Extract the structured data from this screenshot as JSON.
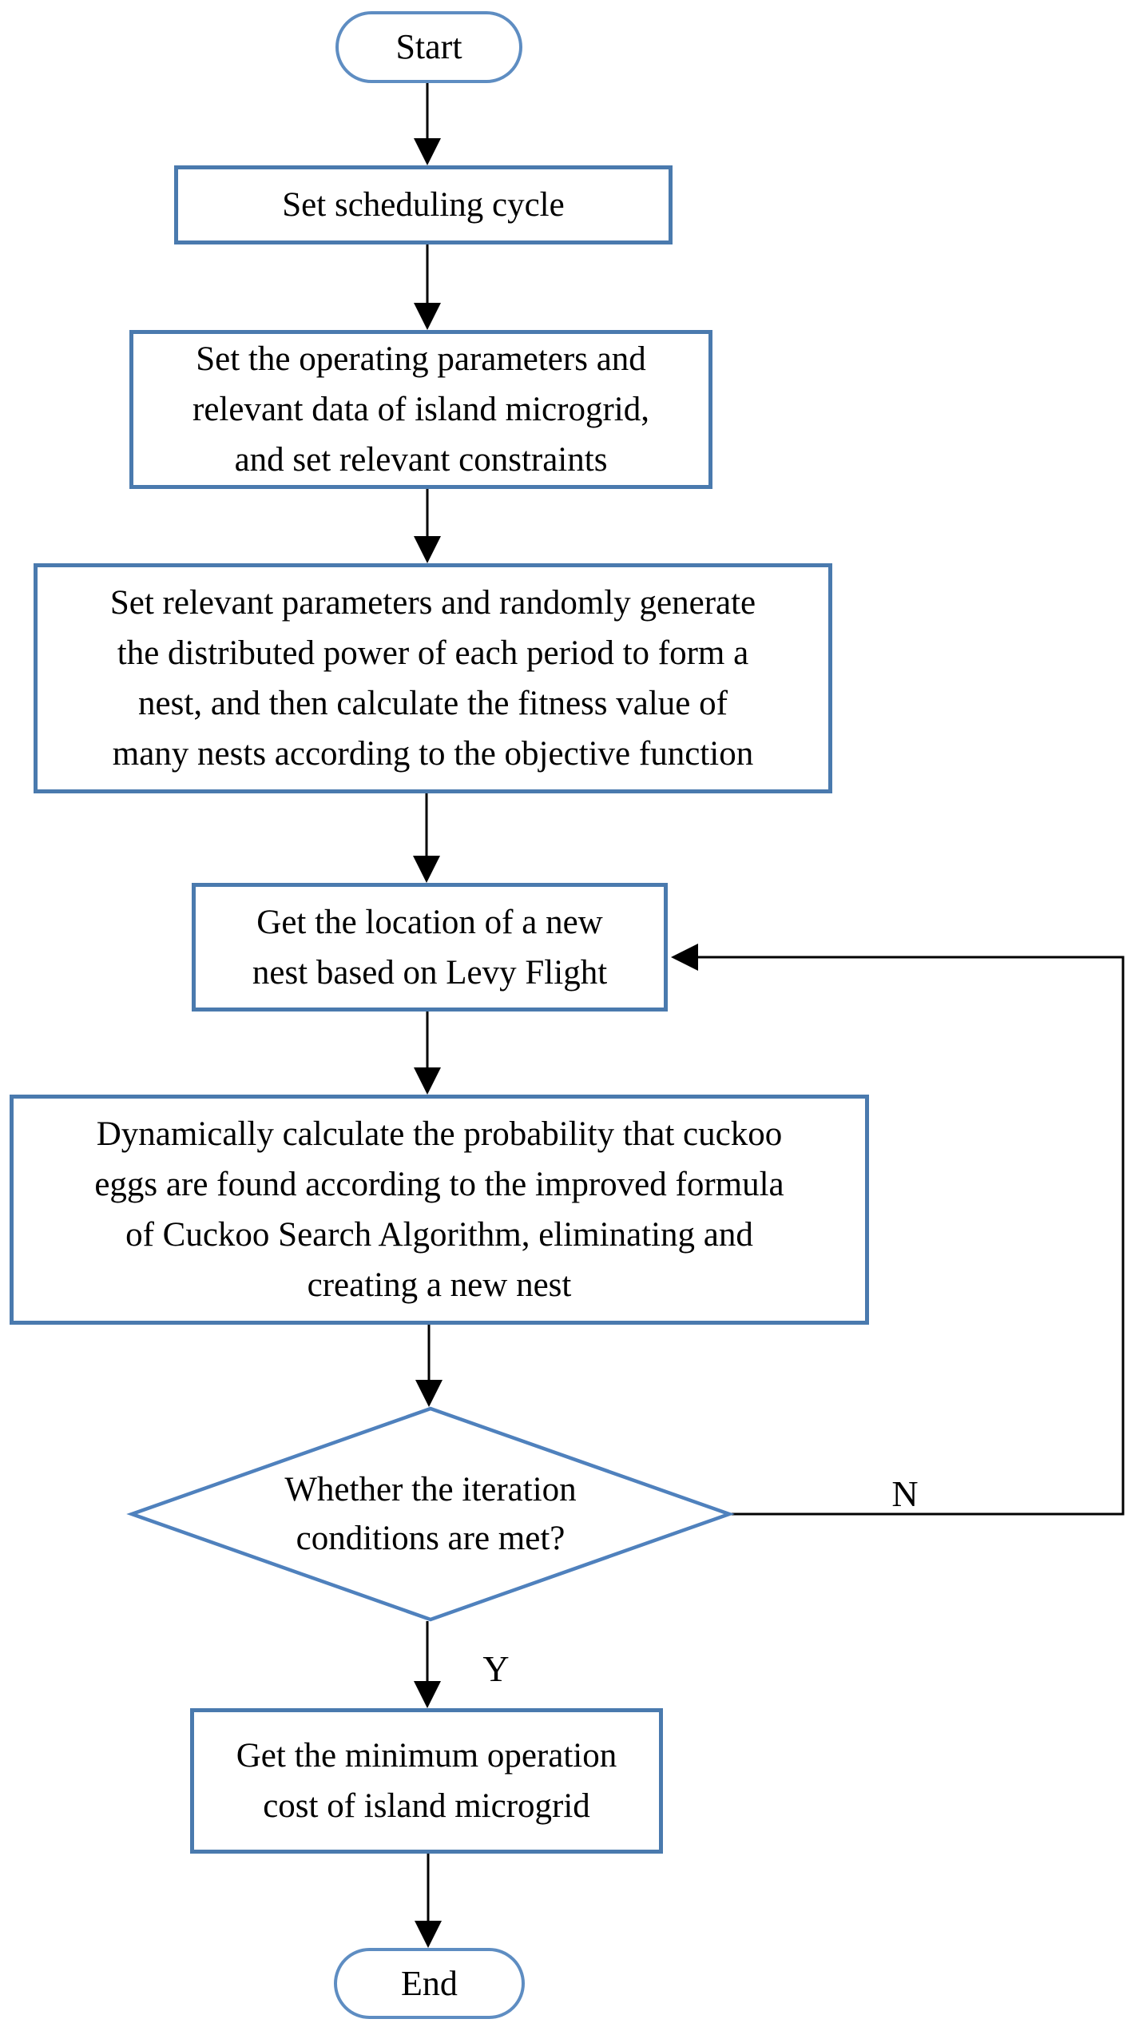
{
  "flowchart": {
    "nodes": {
      "start": {
        "label": "Start",
        "type": "terminator"
      },
      "set_scheduling_cycle": {
        "label": "Set scheduling cycle",
        "type": "process"
      },
      "set_operating_parameters": {
        "label": "Set the operating parameters and\nrelevant data of island microgrid,\nand set relevant constraints",
        "type": "process"
      },
      "generate_nests": {
        "label": "Set relevant parameters and randomly generate\nthe distributed power of each period to form a\nnest, and then calculate the fitness value of\nmany nests according to the objective function",
        "type": "process"
      },
      "levy_flight": {
        "label": "Get the location of a new\nnest based on Levy Flight",
        "type": "process"
      },
      "cuckoo_probability": {
        "label": "Dynamically calculate the probability that cuckoo\neggs are found according to the improved formula\nof Cuckoo Search Algorithm, eliminating and\ncreating a new nest",
        "type": "process"
      },
      "iteration_decision": {
        "label": "Whether the iteration\nconditions are met?",
        "type": "decision"
      },
      "minimum_cost": {
        "label": "Get the minimum operation\ncost of island microgrid",
        "type": "process"
      },
      "end": {
        "label": "End",
        "type": "terminator"
      }
    },
    "edge_labels": {
      "yes": "Y",
      "no": "N"
    },
    "colors": {
      "process_border": "#4a7aae",
      "terminator_border": "#5e8dc2",
      "decision_border": "#4f81bd",
      "arrow": "#000000",
      "text": "#000000",
      "background": "#ffffff"
    }
  }
}
